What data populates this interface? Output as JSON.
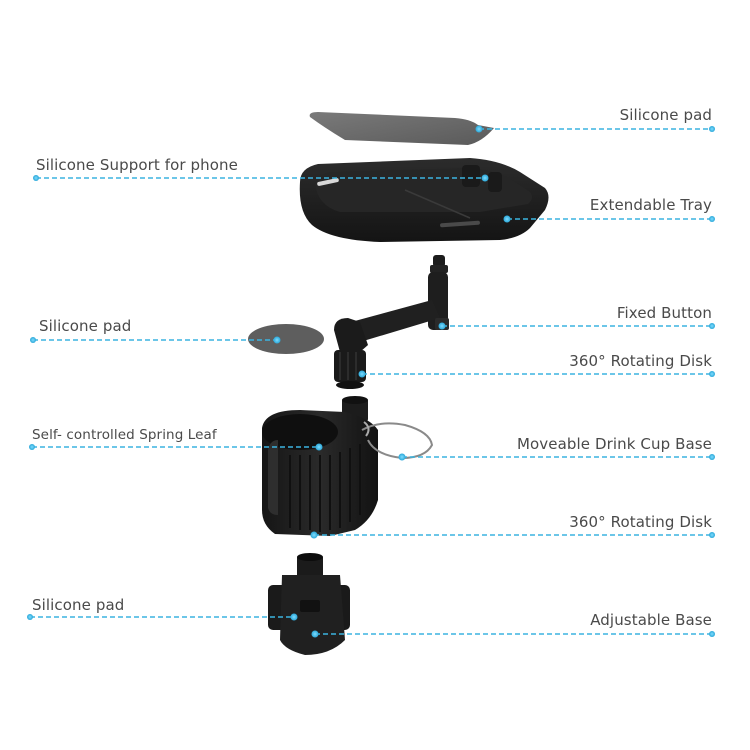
{
  "diagram": {
    "title": "",
    "accent_color": "#3bb4e0",
    "text_color": "#4a4a4a",
    "part_color": "#1e1e1e",
    "pad_color": "#6a6a6a"
  },
  "callouts": {
    "left": [
      {
        "id": "silicone-support-phone",
        "label": "Silicone Support for phone"
      },
      {
        "id": "silicone-pad-middle",
        "label": "Silicone pad"
      },
      {
        "id": "spring-leaf",
        "label": "Self- controlled Spring Leaf"
      },
      {
        "id": "silicone-pad-bottom",
        "label": "Silicone pad"
      }
    ],
    "right": [
      {
        "id": "silicone-pad-top",
        "label": "Silicone pad"
      },
      {
        "id": "extendable-tray",
        "label": "Extendable Tray"
      },
      {
        "id": "fixed-button",
        "label": "Fixed Button"
      },
      {
        "id": "rotating-disk-upper",
        "label": "360° Rotating Disk"
      },
      {
        "id": "moveable-cup-base",
        "label": "Moveable Drink Cup Base"
      },
      {
        "id": "rotating-disk-lower",
        "label": "360° Rotating Disk"
      },
      {
        "id": "adjustable-base",
        "label": "Adjustable Base"
      }
    ]
  },
  "parts": [
    "Silicone pad",
    "Extendable Tray",
    "Swivel Arm",
    "Round Silicone pad",
    "Cup Holder",
    "Spring Ring",
    "Adjustable Base"
  ]
}
